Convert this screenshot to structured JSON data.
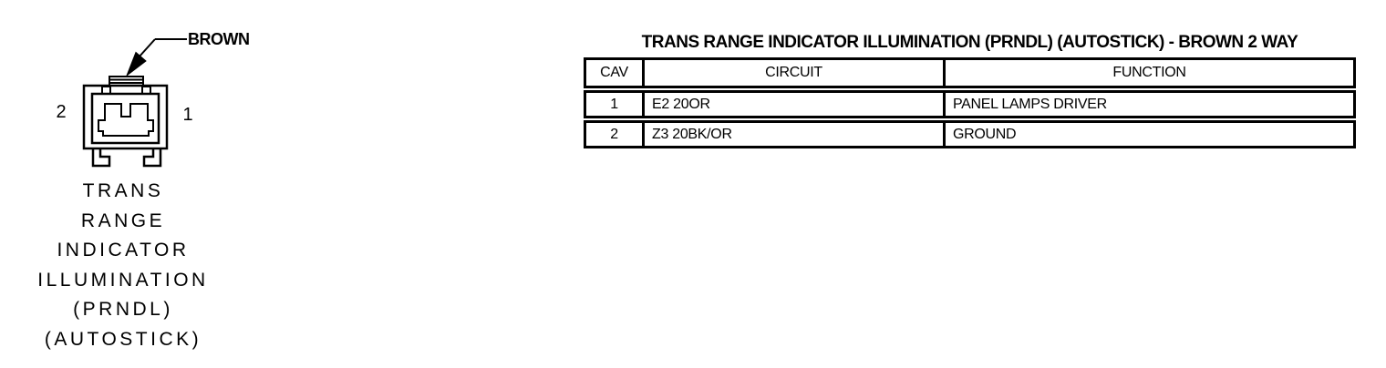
{
  "page": {
    "background_color": "#ffffff",
    "ink_color": "#000000"
  },
  "connector": {
    "wire_color_label": "BROWN",
    "pin_left": "2",
    "pin_right": "1",
    "caption_lines": {
      "0": "TRANS",
      "1": "RANGE",
      "2": "INDICATOR",
      "3": "ILLUMINATION",
      "4": "(PRNDL)",
      "5": "(AUTOSTICK)"
    }
  },
  "table": {
    "title": "TRANS RANGE INDICATOR ILLUMINATION (PRNDL) (AUTOSTICK) - BROWN 2 WAY",
    "headers": {
      "cav": "CAV",
      "circuit": "CIRCUIT",
      "function": "FUNCTION"
    },
    "rows": [
      {
        "cav": "1",
        "circuit": "E2 20OR",
        "function": "PANEL LAMPS DRIVER"
      },
      {
        "cav": "2",
        "circuit": "Z3 20BK/OR",
        "function": "GROUND"
      }
    ]
  }
}
